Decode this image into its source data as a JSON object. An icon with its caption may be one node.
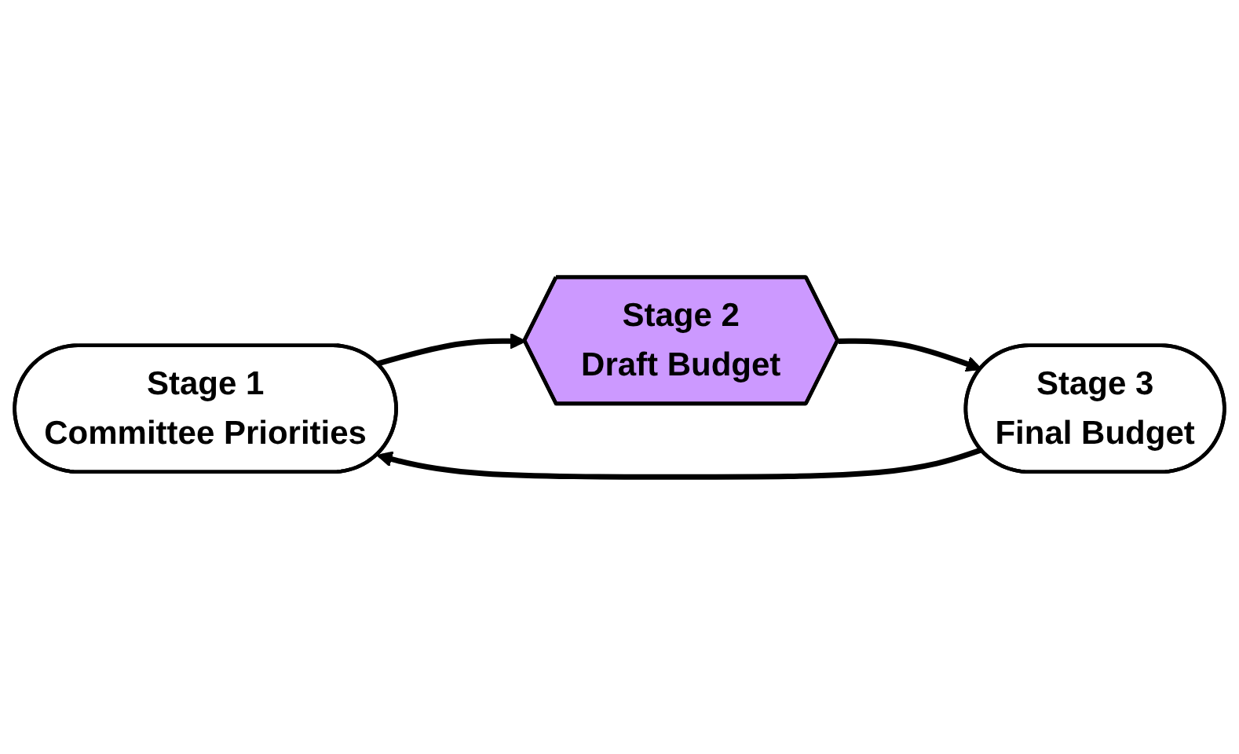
{
  "diagram": {
    "nodes": [
      {
        "text": [
          "Stage 1",
          "Committee Priorities"
        ]
      },
      {
        "text": [
          "Stage 2",
          "Draft Budget"
        ]
      },
      {
        "text": [
          "Stage 3",
          "Final Budget"
        ]
      }
    ],
    "edges": [
      {
        "from": 0,
        "to": 1,
        "arrow": "to"
      },
      {
        "from": 1,
        "to": 2,
        "arrow": "to"
      },
      {
        "from": 2,
        "to": 0,
        "arrow": "to"
      }
    ]
  }
}
